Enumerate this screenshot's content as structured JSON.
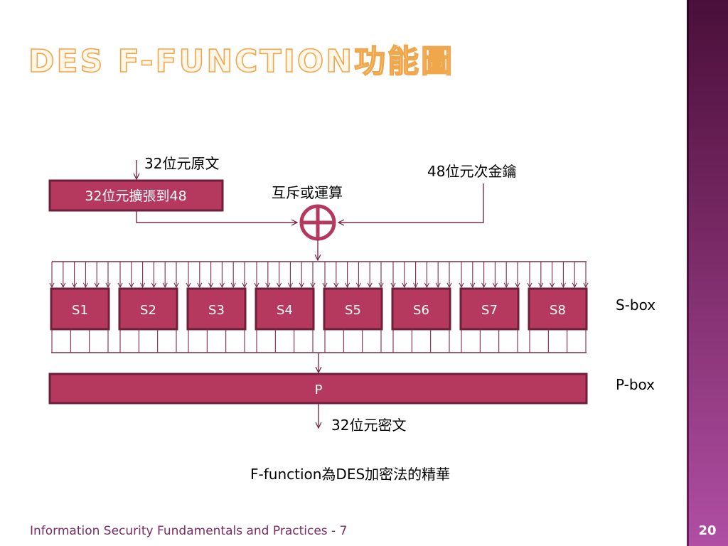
{
  "slide": {
    "title": "DES F-FUNCTION功能圖",
    "footer": "Information Security Fundamentals and Practices - 7",
    "page_number": "20"
  },
  "diagram": {
    "plaintext_label": "32位元原文",
    "subkey_label": "48位元次金鑰",
    "expansion_box": "32位元擴張到48",
    "xor_label": "互斥或運算",
    "sboxes": [
      "S1",
      "S2",
      "S3",
      "S4",
      "S5",
      "S6",
      "S7",
      "S8"
    ],
    "sbox_caption": "S-box",
    "pbox": "P",
    "pbox_caption": "P-box",
    "ciphertext_label": "32位元密文",
    "summary": "F-function為DES加密法的精華"
  },
  "colors": {
    "box_fill": "#b5385f",
    "box_border": "#6f1f3c",
    "arrow": "#7a2a4a",
    "band_top": "#4a0f3a",
    "band_bottom": "#b04fa4"
  }
}
